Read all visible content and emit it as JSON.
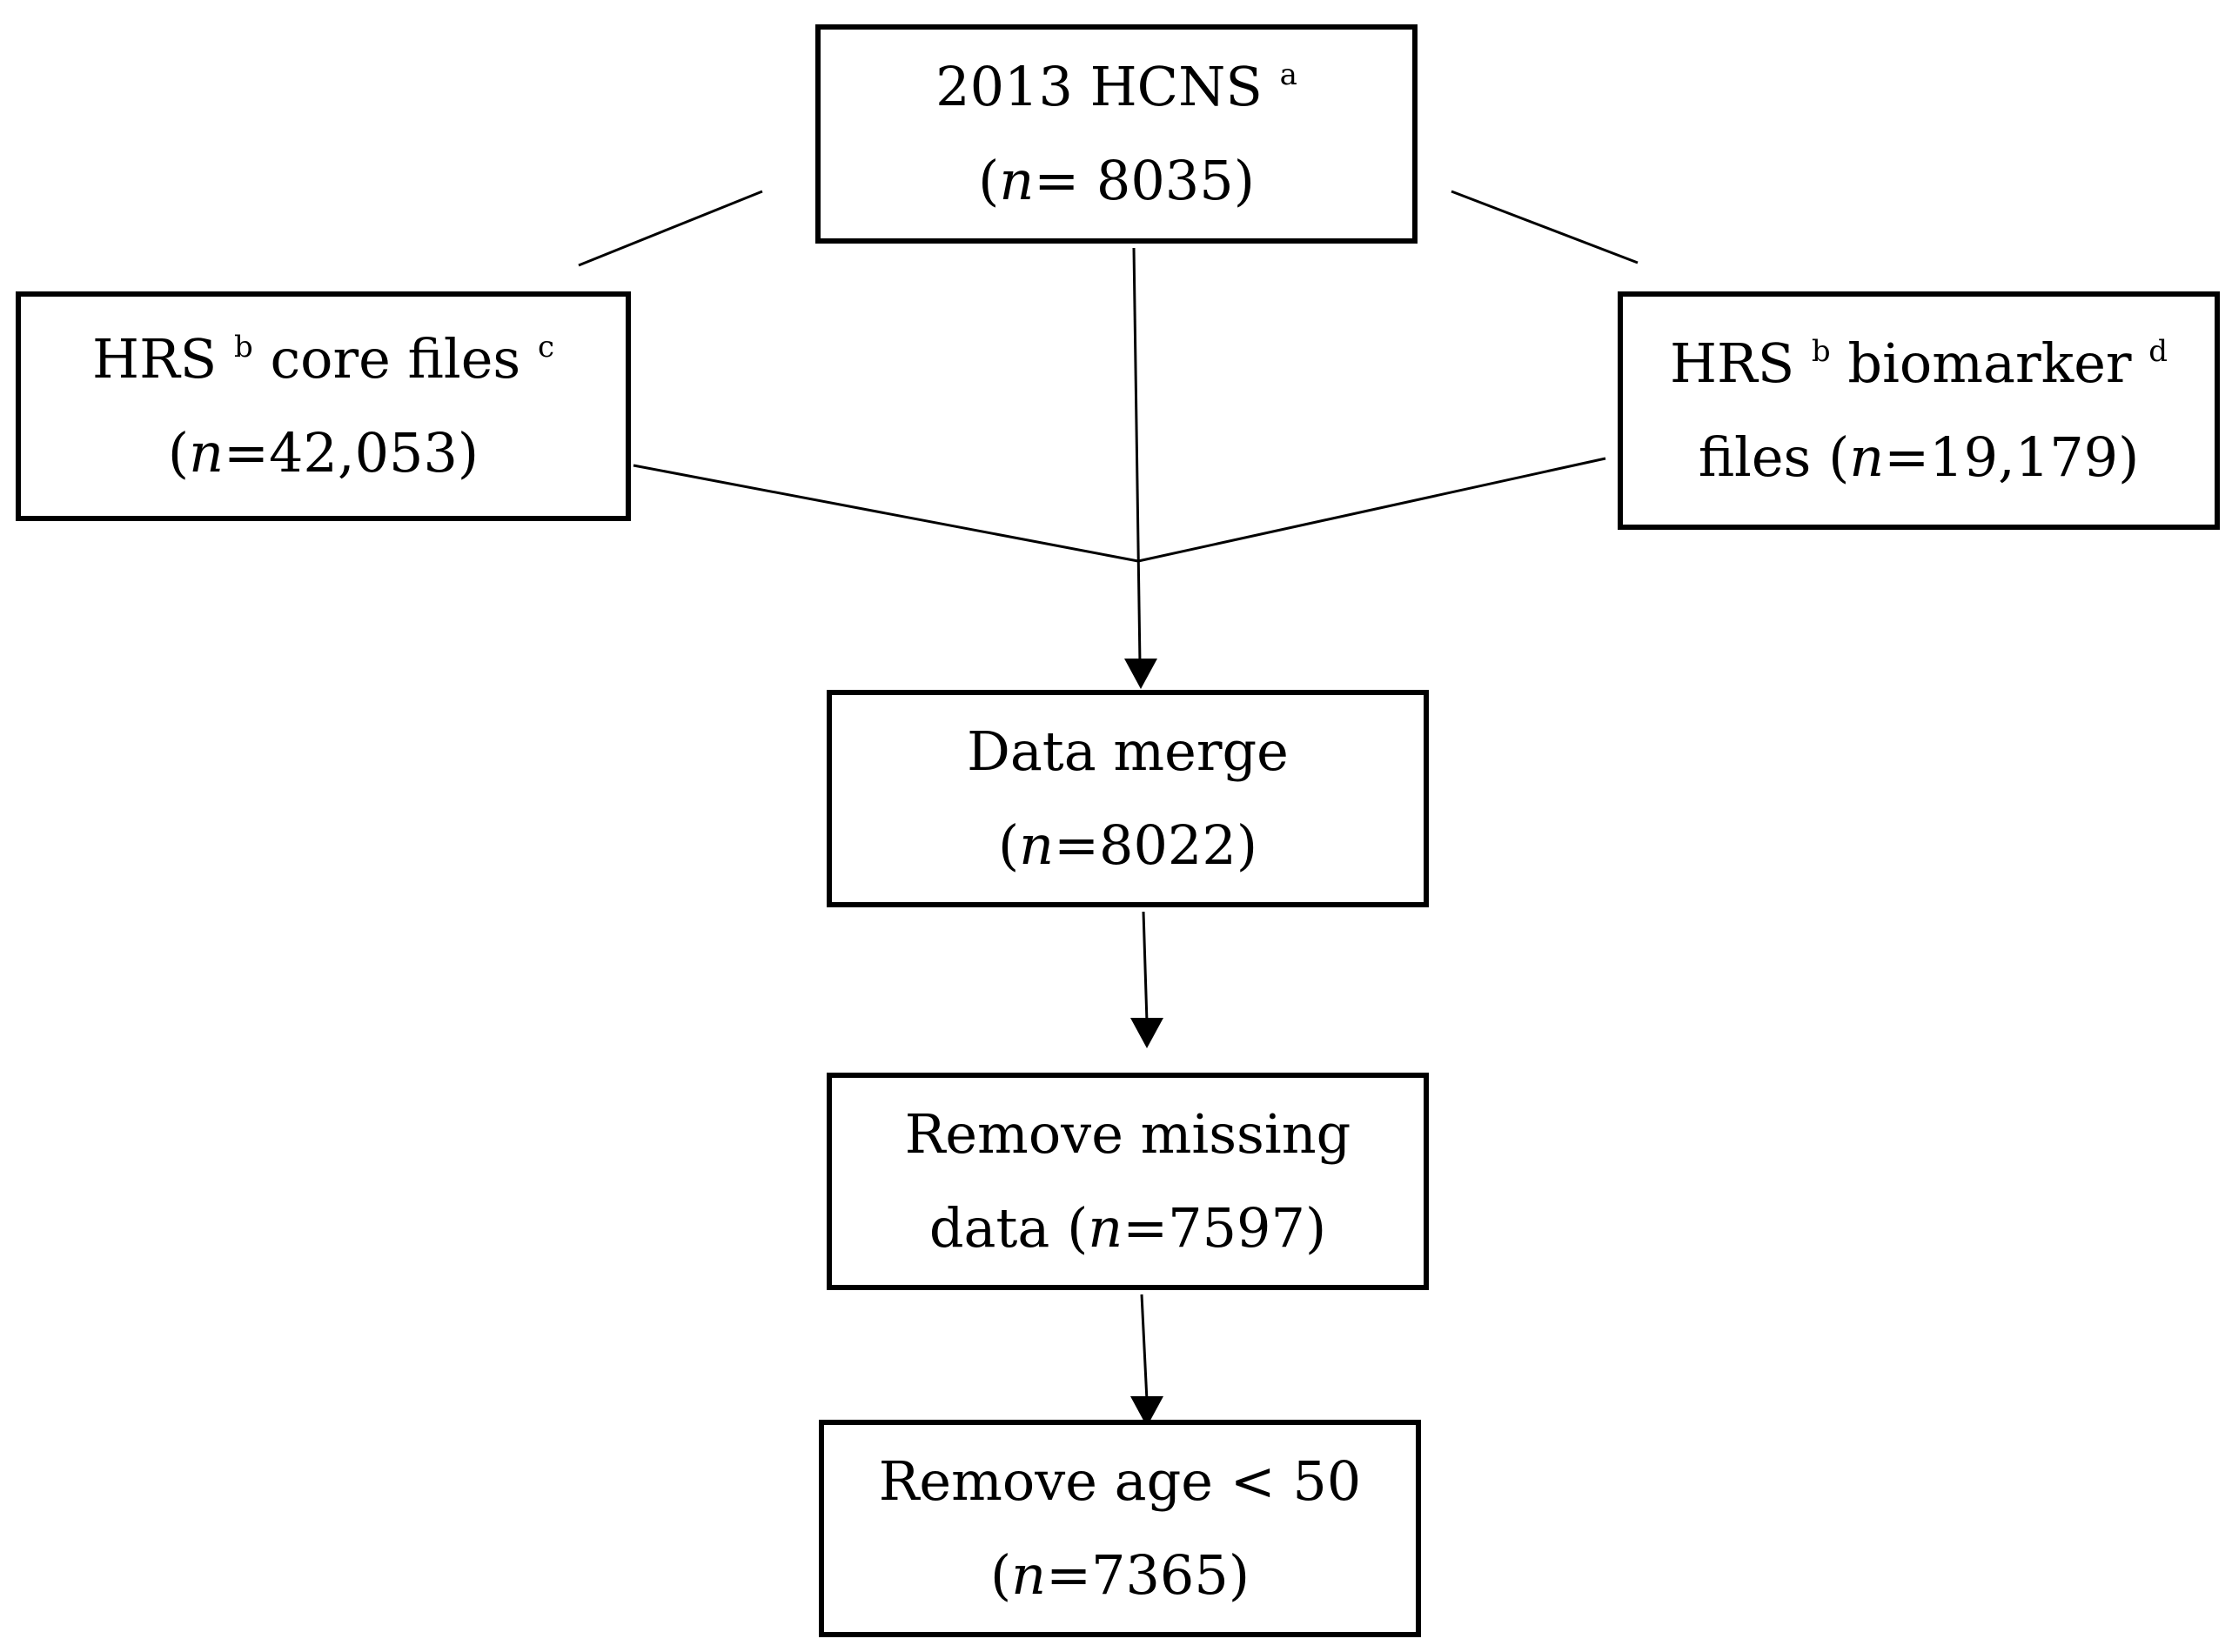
{
  "boxes": {
    "hcns": {
      "title": "2013 HCNS",
      "title_sup": "a",
      "n_open": "(",
      "n_var": "n",
      "n_rest": "= 8035)"
    },
    "core": {
      "title": "HRS",
      "title_sup": "b",
      "title_2": "core files",
      "title_2_sup": "c",
      "n_open": "(",
      "n_var": "n",
      "n_rest": "=42,053)"
    },
    "biomarker": {
      "title": "HRS",
      "title_sup": "b",
      "title_2": "biomarker",
      "title_2_sup": "d",
      "line2_prefix": "files (",
      "n_var": "n",
      "n_rest": "=19,179)"
    },
    "merge": {
      "title": "Data merge",
      "n_open": "(",
      "n_var": "n",
      "n_rest": "=8022)"
    },
    "missing": {
      "title": "Remove missing",
      "line2_prefix": "data (",
      "n_var": "n",
      "n_rest": "=7597)"
    },
    "age": {
      "title": "Remove age < 50",
      "n_open": "(",
      "n_var": "n",
      "n_rest": "=7365)"
    }
  },
  "colors": {
    "stroke": "#000000",
    "background": "#ffffff"
  }
}
